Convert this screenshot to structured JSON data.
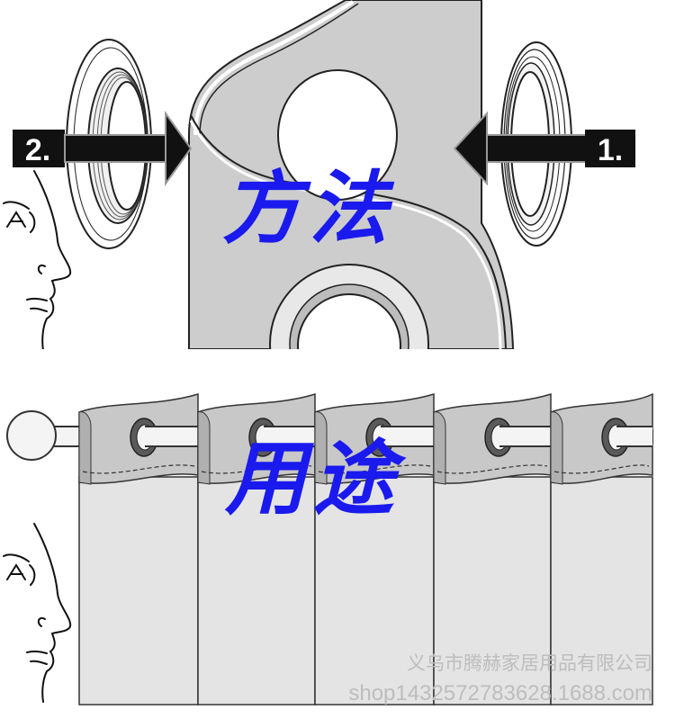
{
  "labels": {
    "step_2": "2.",
    "step_1": "1."
  },
  "captions": {
    "method": "方法",
    "usage": "用途"
  },
  "watermark": {
    "company": "义乌市腾赫家居用品有限公司",
    "shop": "shop1432572783628.1688.com"
  },
  "colors": {
    "caption": "#1a1aee",
    "label_box": "#111111",
    "fabric": "#cdcdcd",
    "panel": "#e4e4e4",
    "panel_band": "#c8c8c8",
    "grommet": "#5a5a5a"
  },
  "icons": [
    "face-profile-icon",
    "arrow-right-icon",
    "arrow-left-icon"
  ]
}
